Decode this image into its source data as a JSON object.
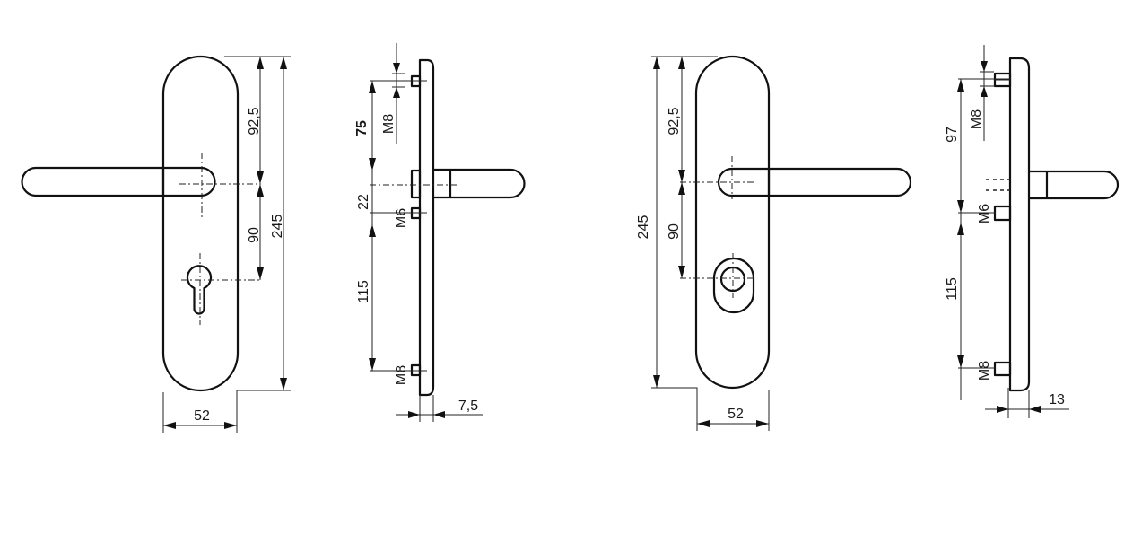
{
  "diagram": {
    "title": "Security door handle set technical drawing",
    "colors": {
      "background": "#ffffff",
      "line": "#111111"
    },
    "views": [
      {
        "id": "front-profile-cylinder",
        "type": "front view",
        "cutout": "euro profile cylinder",
        "dimensions": {
          "top_to_handle": "92,5",
          "handle_to_cylinder": "90",
          "plate_height": "245",
          "plate_width": "52"
        }
      },
      {
        "id": "side-profile-cylinder",
        "type": "side view",
        "dimensions": {
          "top_screw_to_handle": "75",
          "handle_to_m6": "22",
          "m6_to_bottom_screw": "115",
          "plate_thickness": "7,5"
        },
        "screw_labels": {
          "top": "M8",
          "middle": "M6",
          "bottom": "M8"
        }
      },
      {
        "id": "front-round-cylinder",
        "type": "front view",
        "cutout": "round cylinder with oval rosette",
        "dimensions": {
          "plate_height": "245",
          "top_to_handle": "92,5",
          "handle_to_cylinder": "90",
          "plate_width": "52"
        }
      },
      {
        "id": "side-round-cylinder",
        "type": "side view",
        "dimensions": {
          "top_screw_to_m6": "97",
          "m6_to_bottom_screw": "115",
          "plate_thickness": "13"
        },
        "screw_labels": {
          "top": "M8",
          "middle": "M6",
          "bottom": "M8"
        }
      }
    ]
  }
}
